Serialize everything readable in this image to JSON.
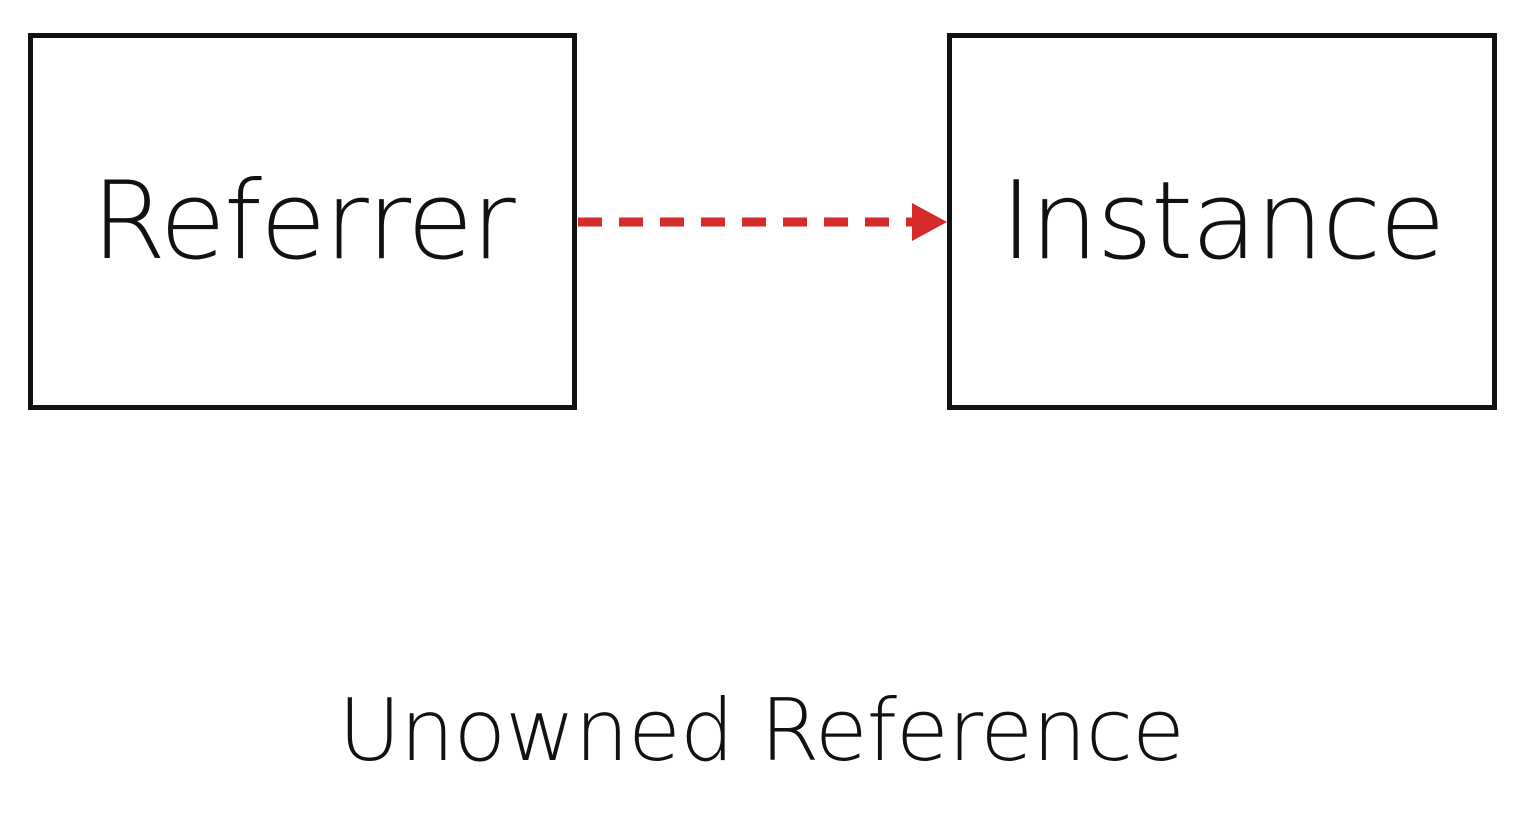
{
  "diagram": {
    "nodes": [
      {
        "id": "referrer",
        "label": "Referrer"
      },
      {
        "id": "instance",
        "label": "Instance"
      }
    ],
    "edges": [
      {
        "from": "referrer",
        "to": "instance",
        "style": "dashed",
        "color": "#d62b2b"
      }
    ],
    "caption": "Unowned Reference"
  },
  "colors": {
    "box_border": "#111111",
    "arrow": "#d62b2b",
    "background": "#ffffff"
  }
}
